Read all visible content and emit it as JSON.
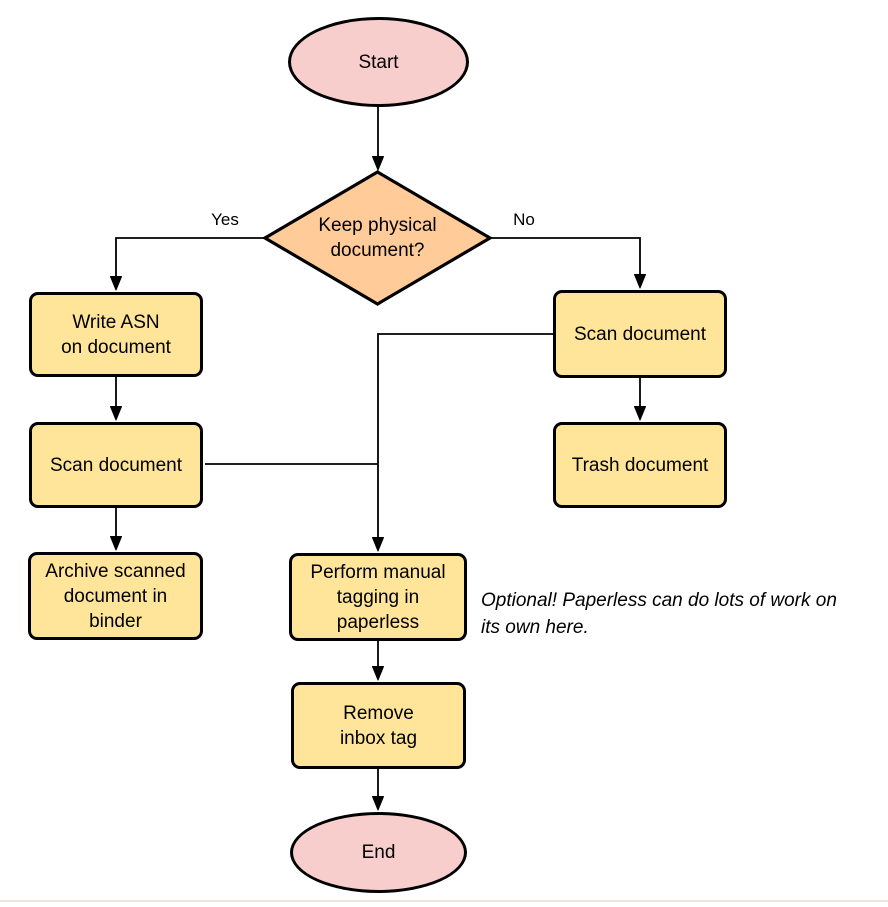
{
  "colors": {
    "terminator_fill": "#f8cecc",
    "decision_fill": "#ffcc99",
    "process_fill": "#ffe599",
    "stroke": "#000000"
  },
  "flowchart": {
    "nodes": {
      "start": {
        "label": "Start"
      },
      "decision": {
        "label": "Keep physical\ndocument?"
      },
      "write_asn": {
        "label": "Write ASN\non document"
      },
      "scan_left": {
        "label": "Scan document"
      },
      "archive": {
        "label": "Archive scanned\ndocument in\nbinder"
      },
      "scan_right": {
        "label": "Scan document"
      },
      "trash": {
        "label": "Trash document"
      },
      "tagging": {
        "label": "Perform manual\ntagging in\npaperless"
      },
      "remove": {
        "label": "Remove\ninbox tag"
      },
      "end": {
        "label": "End"
      }
    },
    "edge_labels": {
      "yes": "Yes",
      "no": "No"
    },
    "note": "Optional! Paperless can do lots of work on\nits own here."
  }
}
